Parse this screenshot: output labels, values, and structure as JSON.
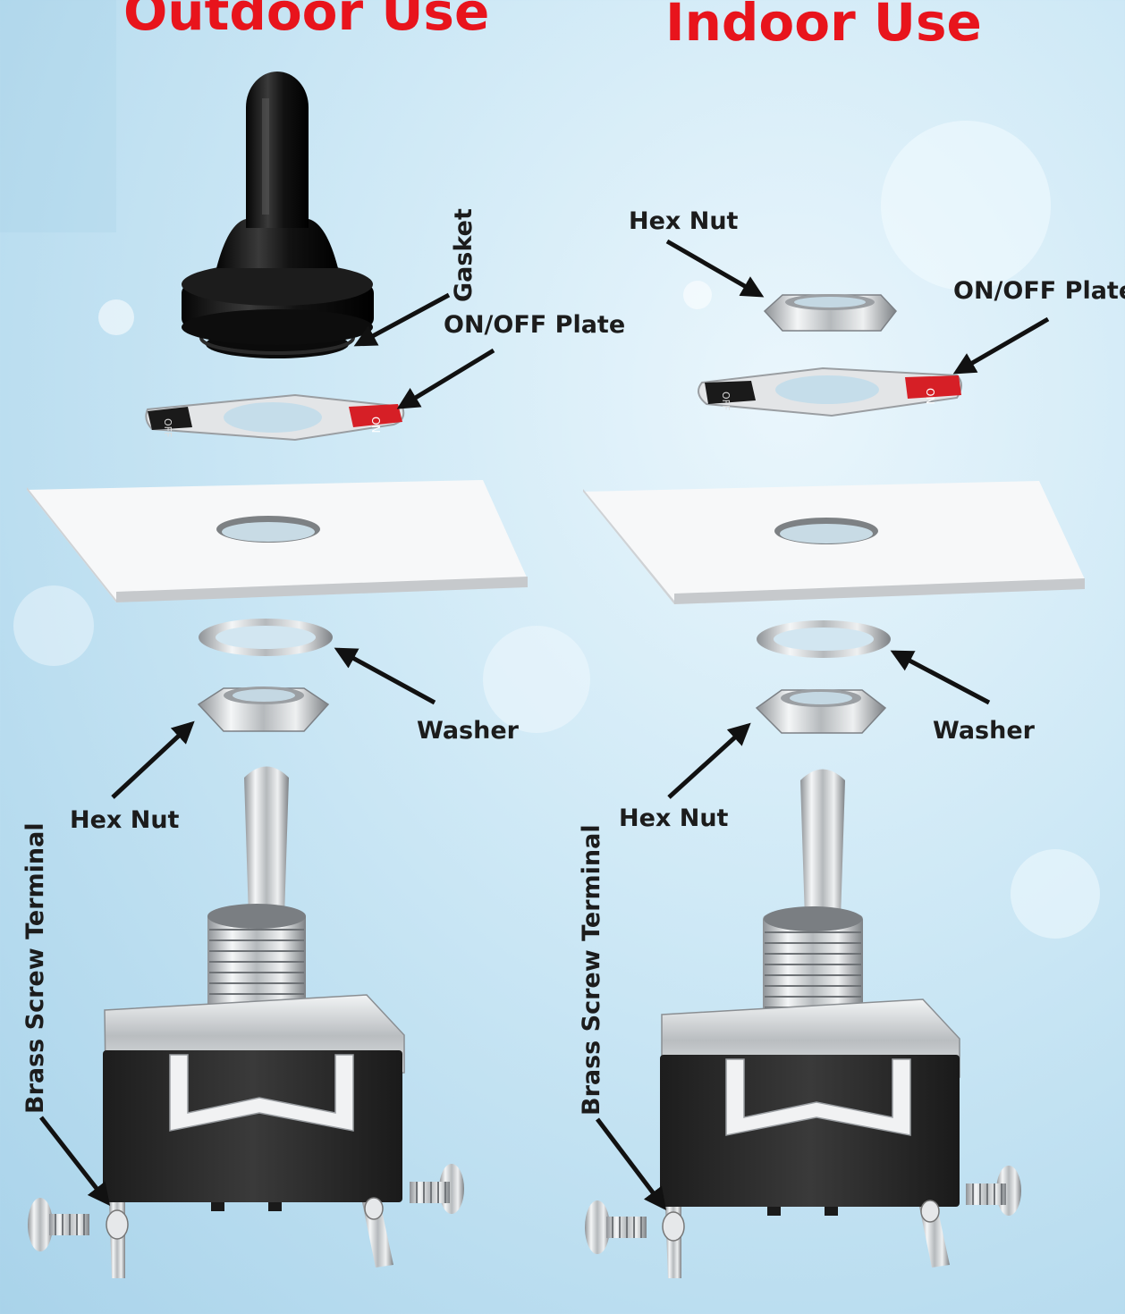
{
  "headings": {
    "outdoor": "Outdoor Use",
    "indoor": "Indoor Use"
  },
  "outdoor": {
    "gasket": "Gasket",
    "onoff_plate": "ON/OFF Plate",
    "washer": "Washer",
    "hex_nut": "Hex Nut",
    "brass_screw_terminal": "Brass Screw Terminal"
  },
  "indoor": {
    "hex_nut_top": "Hex Nut",
    "onoff_plate": "ON/OFF Plate",
    "washer": "Washer",
    "hex_nut": "Hex Nut",
    "brass_screw_terminal": "Brass Screw Terminal"
  },
  "plate_text": {
    "off": "OFF",
    "on": "ON"
  },
  "colors": {
    "heading_red": "#e8141c",
    "label_black": "#1c1c1c",
    "boot_black": "#141414",
    "switch_body": "#2c2c2c",
    "on_red": "#d61f26"
  }
}
